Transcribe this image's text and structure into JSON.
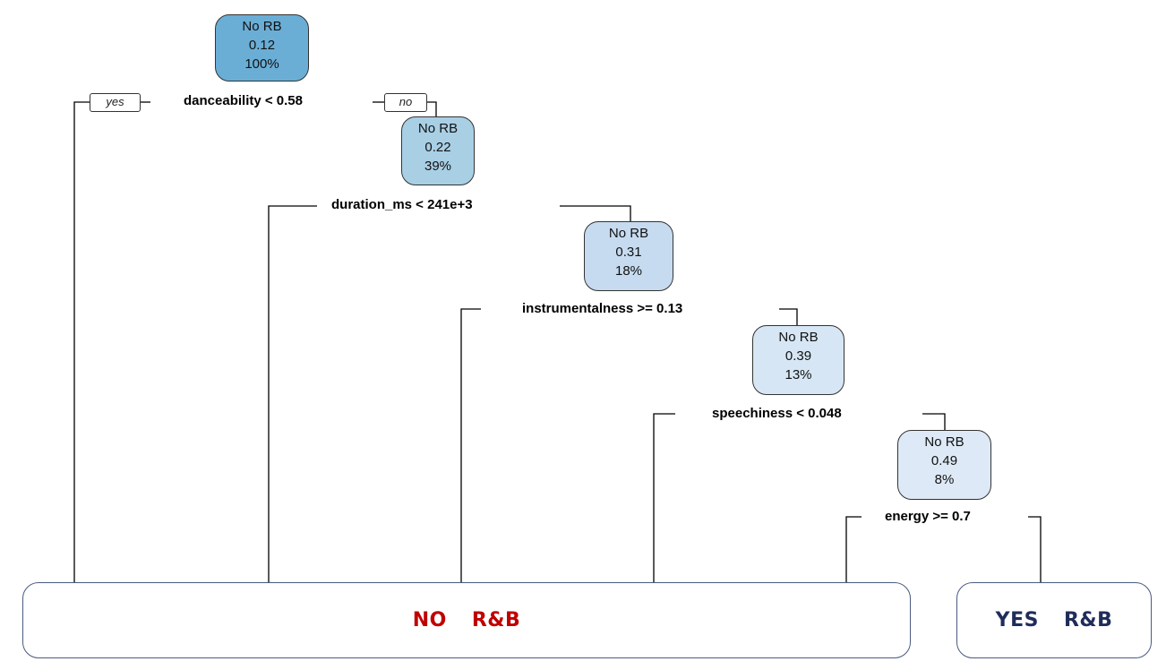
{
  "colors": {
    "node_1": "#6aaed6",
    "node_2": "#a9cfe5",
    "node_3": "#c6dbef",
    "node_4": "#d6e6f4",
    "node_5": "#dde9f6",
    "no_rb_text": "#c00000",
    "yes_rb_text": "#1f2d5a",
    "line": "#000000"
  },
  "branch_tags": {
    "yes": "yes",
    "no": "no"
  },
  "nodes": [
    {
      "label": "No RB",
      "prob": "0.12",
      "pct": "100%"
    },
    {
      "label": "No RB",
      "prob": "0.22",
      "pct": "39%"
    },
    {
      "label": "No RB",
      "prob": "0.31",
      "pct": "18%"
    },
    {
      "label": "No RB",
      "prob": "0.39",
      "pct": "13%"
    },
    {
      "label": "No RB",
      "prob": "0.49",
      "pct": "8%"
    }
  ],
  "splits": [
    "danceability < 0.58",
    "duration_ms < 241e+3",
    "instrumentalness >= 0.13",
    "speechiness < 0.048",
    "energy >= 0.7"
  ],
  "leaves": {
    "no": {
      "word1": "NO",
      "word2": "R&B"
    },
    "yes": {
      "word1": "YES",
      "word2": "R&B"
    }
  }
}
